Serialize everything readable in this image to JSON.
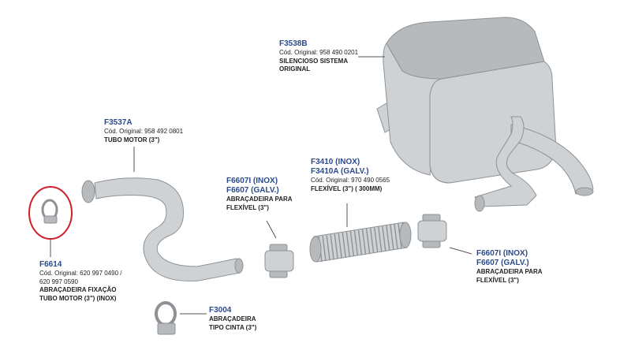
{
  "colors": {
    "part_fill": "#cfd2d5",
    "part_stroke": "#8e9296",
    "part_shadow": "#b7babd",
    "code_text": "#2b4a8b",
    "highlight_circle": "#d0202a",
    "leader_line": "#555555"
  },
  "parts": [
    {
      "code": "F3538B",
      "original": "Cód. Original: 958 490 0201",
      "name": [
        "SILENCIOSO SISTEMA",
        "ORIGINAL"
      ]
    },
    {
      "code": "F3537A",
      "original": "Cód. Original: 958 492 0801",
      "name": [
        "TUBO MOTOR (3\")"
      ]
    },
    {
      "code_lines": [
        "F3410 (INOX)",
        "F3410A (GALV.)"
      ],
      "original": "Cód. Original: 970 490 0565",
      "name": [
        "FLEXÍVEL (3\") ( 300mm)"
      ]
    },
    {
      "code_lines": [
        "F6607I (INOX)",
        "F6607 (GALV.)"
      ],
      "name": [
        "ABRAÇADEIRA PARA",
        "FLEXÍVEL (3\")"
      ]
    },
    {
      "code_lines": [
        "F6607I (INOX)",
        "F6607 (GALV.)"
      ],
      "name": [
        "ABRAÇADEIRA PARA",
        "FLEXÍVEL (3\")"
      ]
    },
    {
      "code": "F6614",
      "original_lines": [
        "Cód. Original: 620 997 0490 /",
        "620 997 0590"
      ],
      "name": [
        "ABRAÇADEIRA FIXAÇÃO",
        "TUBO MOTOR (3\") (INOX)"
      ]
    },
    {
      "code": "F3004",
      "name": [
        "ABRAÇADEIRA",
        "TIPO CINTA (3\")"
      ]
    }
  ]
}
